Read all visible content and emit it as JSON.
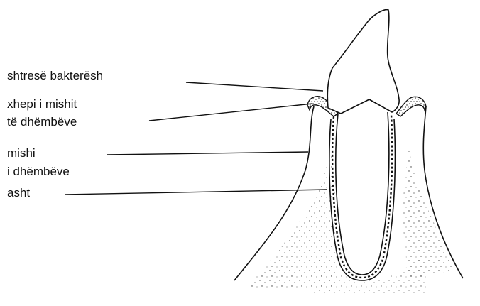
{
  "labels": {
    "plaque": "shtresë bakterësh",
    "pocket_line1": "xhepi i mishit",
    "pocket_line2": "të dhëmbëve",
    "gum_line1": "mishi",
    "gum_line2": "i dhëmbëve",
    "bone": "asht"
  },
  "colors": {
    "ink": "#111111",
    "background": "#ffffff"
  }
}
